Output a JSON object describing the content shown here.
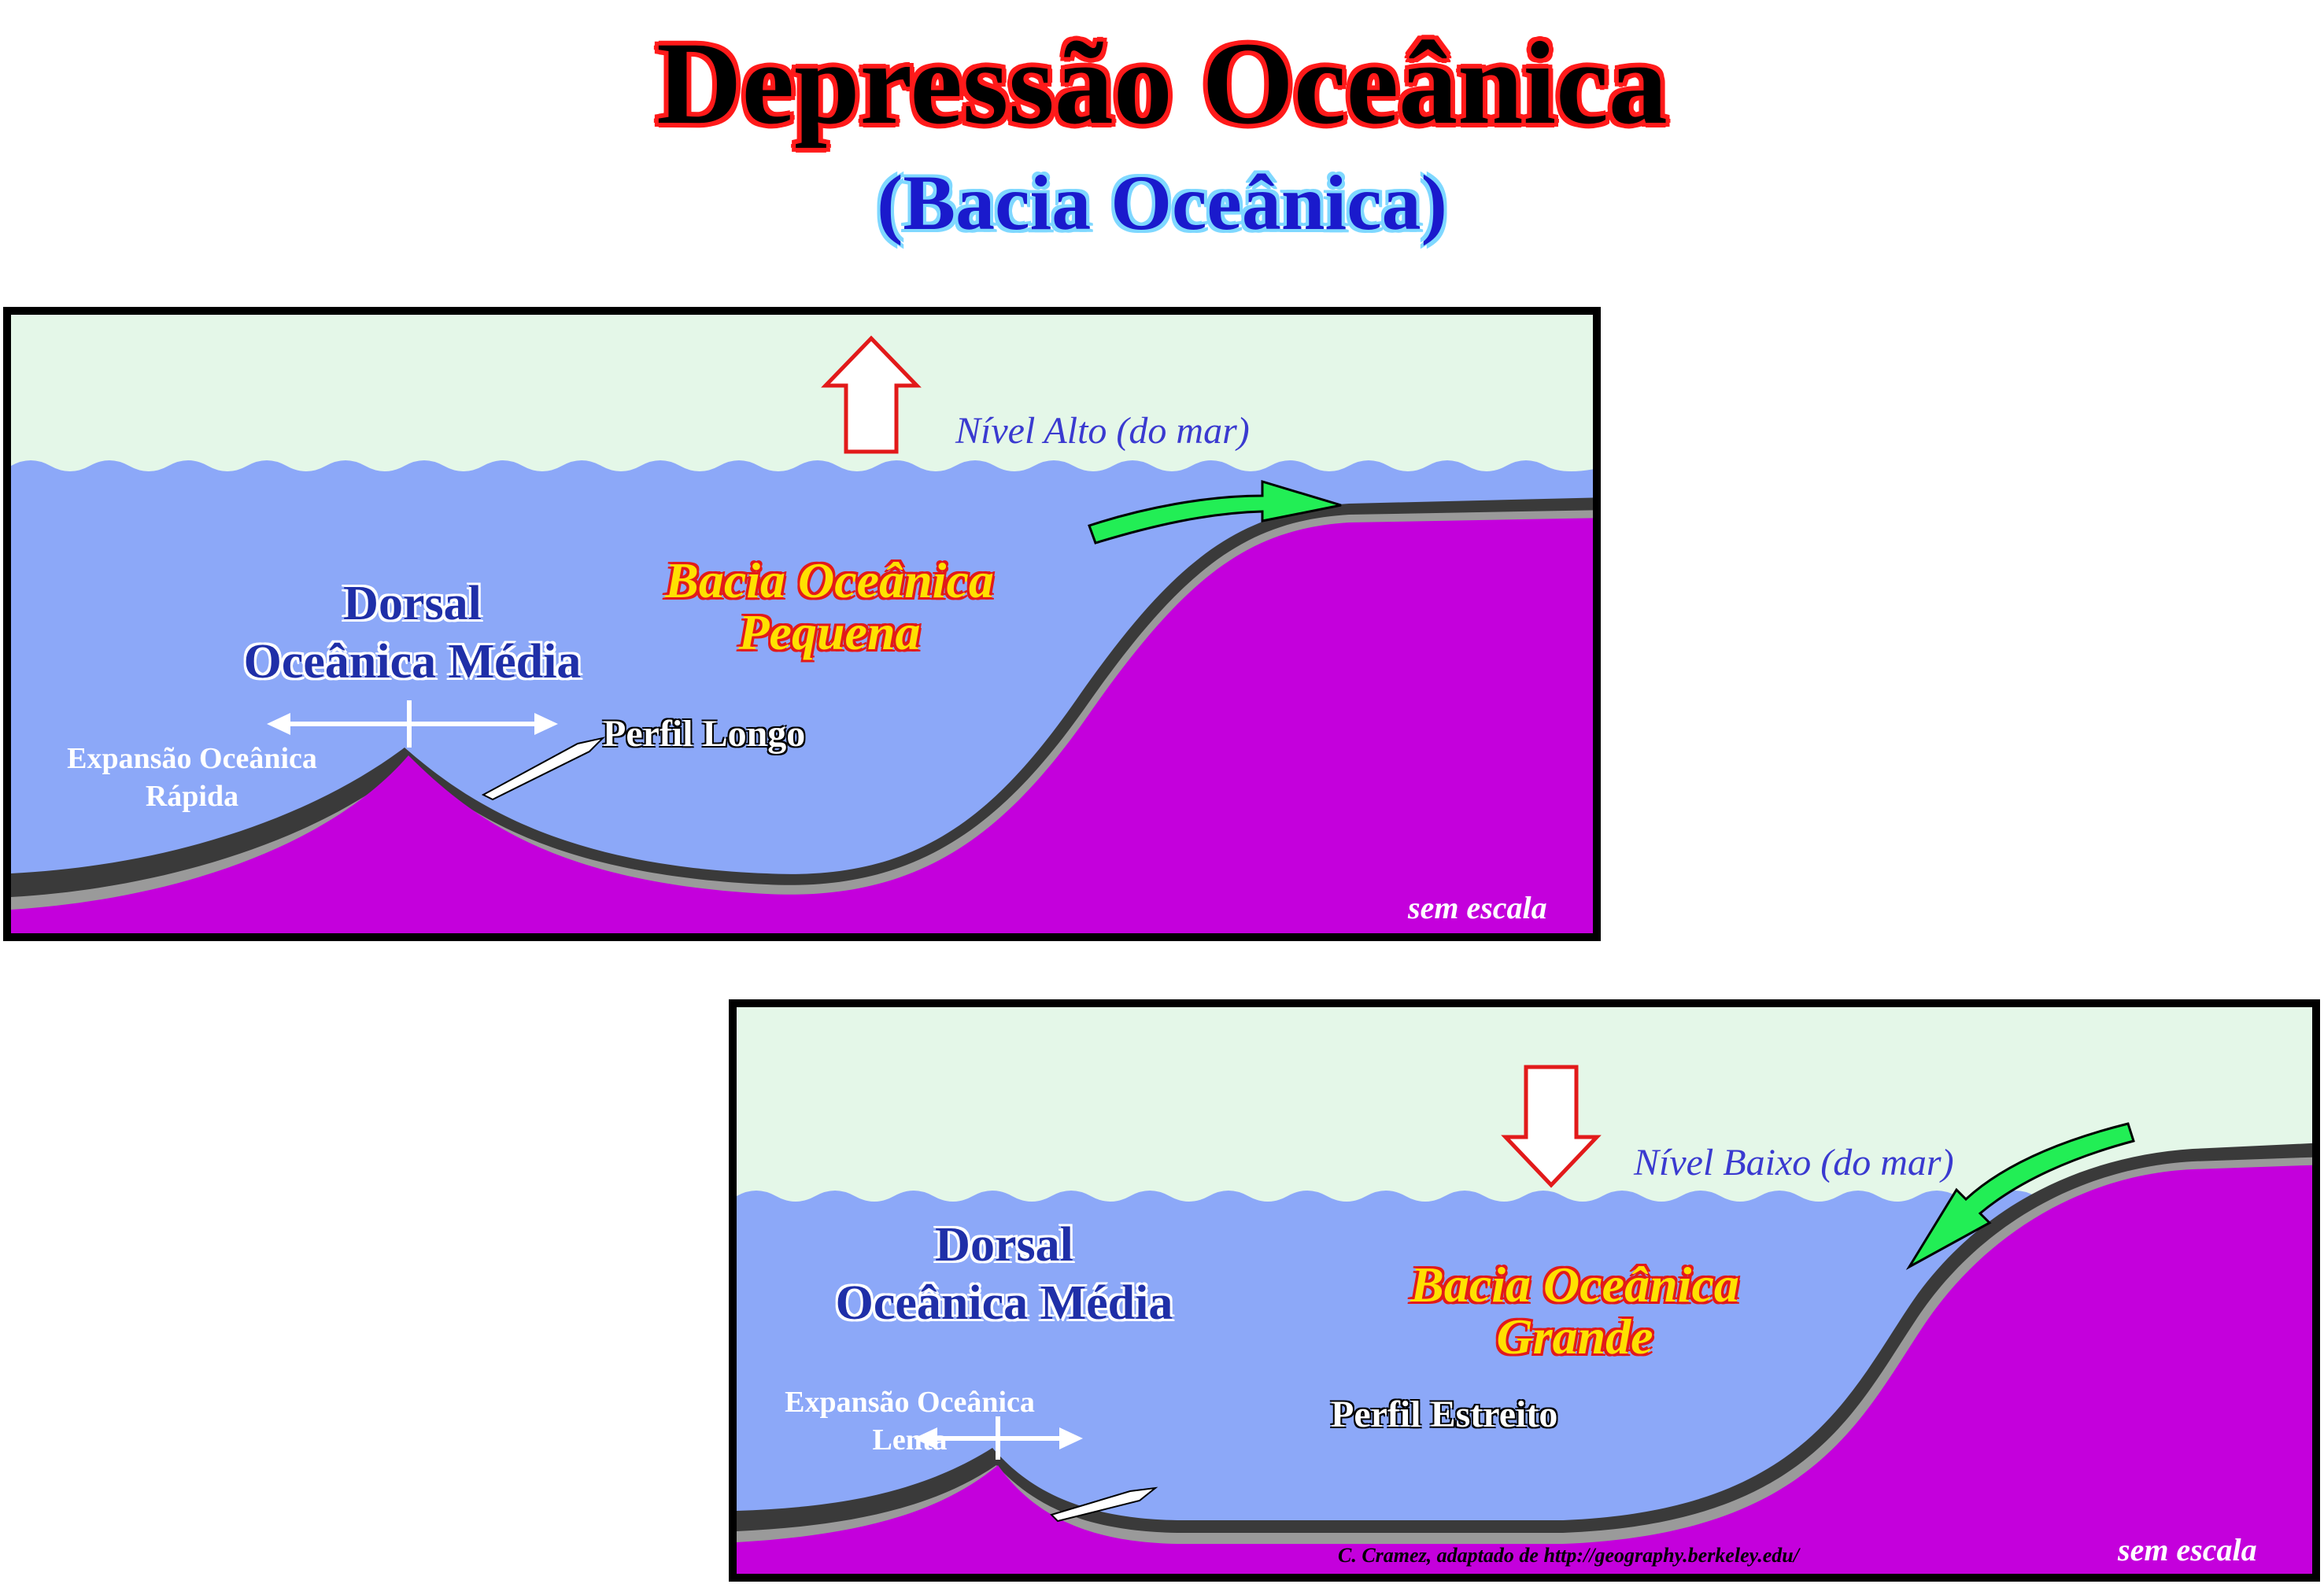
{
  "title": "Depressão Oceânica",
  "subtitle": "(Bacia Oceânica)",
  "colors": {
    "sky": "#e4f7e8",
    "water": "#8ca8f8",
    "crust": "#c400dc",
    "title_outline": "#ff1a1a",
    "arrow_green": "#22ee55",
    "arrow_red": "#e21a1a"
  },
  "panel_top": {
    "sea_level": "Nível Alto (do mar)",
    "ridge_line1": "Dorsal",
    "ridge_line2": "Oceânica Média",
    "basin_line1": "Bacia Oceânica",
    "basin_line2": "Pequena",
    "expansion_line1": "Expansão Oceânica",
    "expansion_line2": "Rápida",
    "profile": "Perfil Longo",
    "scale": "sem escala",
    "sea_arrow": "up-arrow-icon",
    "flow_arrow": "green-arrow-icon"
  },
  "panel_bottom": {
    "sea_level": "Nível Baixo (do mar)",
    "ridge_line1": "Dorsal",
    "ridge_line2": "Oceânica Média",
    "basin_line1": "Bacia Oceânica",
    "basin_line2": "Grande",
    "expansion_line1": "Expansão Oceânica",
    "expansion_line2": "Lenta",
    "profile": "Perfil Estreito",
    "scale": "sem escala",
    "sea_arrow": "down-arrow-icon",
    "flow_arrow": "green-arrow-icon"
  },
  "credit": "C. Cramez, adaptado de http://geography.berkeley.edu/"
}
